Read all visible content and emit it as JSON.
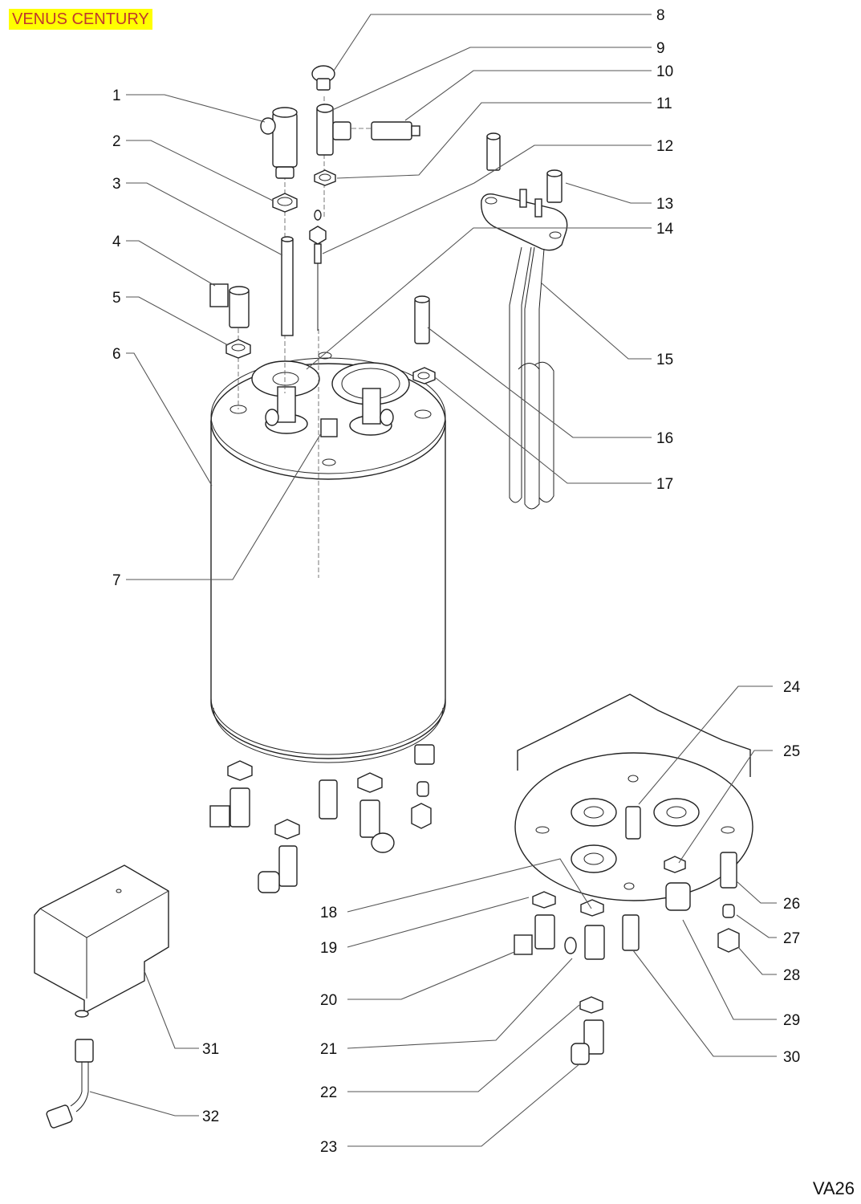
{
  "header": {
    "title": "VENUS CENTURY",
    "title_bg": "#ffff00",
    "title_color": "#c0392b"
  },
  "footer": {
    "sheet_code": "VA26"
  },
  "callouts": [
    {
      "id": "1",
      "label": "1"
    },
    {
      "id": "2",
      "label": "2"
    },
    {
      "id": "3",
      "label": "3"
    },
    {
      "id": "4",
      "label": "4"
    },
    {
      "id": "5",
      "label": "5"
    },
    {
      "id": "6",
      "label": "6"
    },
    {
      "id": "7",
      "label": "7"
    },
    {
      "id": "8",
      "label": "8"
    },
    {
      "id": "9",
      "label": "9"
    },
    {
      "id": "10",
      "label": "10"
    },
    {
      "id": "11",
      "label": "11"
    },
    {
      "id": "12",
      "label": "12"
    },
    {
      "id": "13",
      "label": "13"
    },
    {
      "id": "14",
      "label": "14"
    },
    {
      "id": "15",
      "label": "15"
    },
    {
      "id": "16",
      "label": "16"
    },
    {
      "id": "17",
      "label": "17"
    },
    {
      "id": "18",
      "label": "18"
    },
    {
      "id": "19",
      "label": "19"
    },
    {
      "id": "20",
      "label": "20"
    },
    {
      "id": "21",
      "label": "21"
    },
    {
      "id": "22",
      "label": "22"
    },
    {
      "id": "23",
      "label": "23"
    },
    {
      "id": "24",
      "label": "24"
    },
    {
      "id": "25",
      "label": "25"
    },
    {
      "id": "26",
      "label": "26"
    },
    {
      "id": "27",
      "label": "27"
    },
    {
      "id": "28",
      "label": "28"
    },
    {
      "id": "29",
      "label": "29"
    },
    {
      "id": "30",
      "label": "30"
    },
    {
      "id": "31",
      "label": "31"
    },
    {
      "id": "32",
      "label": "32"
    }
  ]
}
